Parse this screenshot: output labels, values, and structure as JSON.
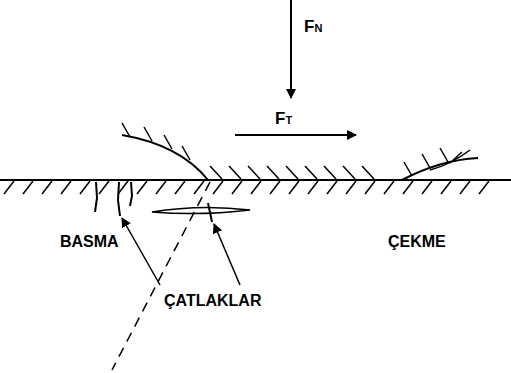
{
  "diagram": {
    "labels": [
      "FN",
      "FT",
      "BASMA",
      "ÇEKME",
      "ÇATLAKLAR"
    ]
  }
}
